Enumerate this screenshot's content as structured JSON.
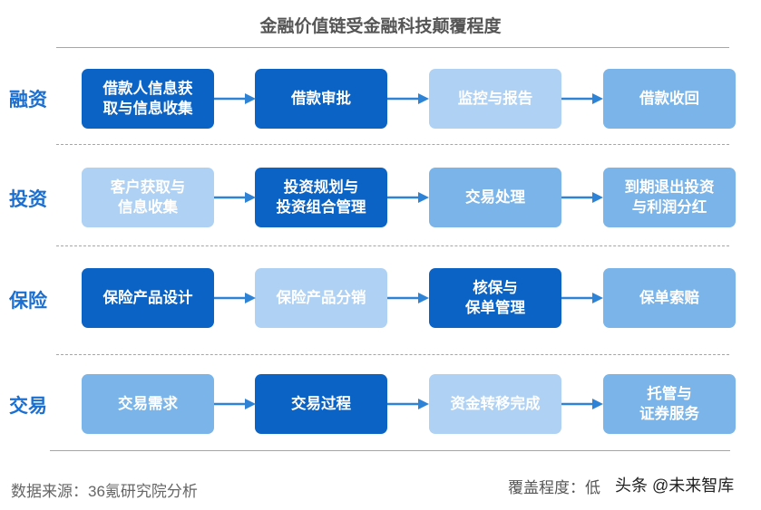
{
  "title": "金融价值链受金融科技颠覆程度",
  "colors": {
    "lv0": "#7ab4e8",
    "lv1": "#afd1f3",
    "lv2": "#2e83d6",
    "lv3": "#0b63c5",
    "label": "#1b6fd1"
  },
  "rows": [
    {
      "label": "融资",
      "steps": [
        {
          "text": "借款人信息获\n取与信息收集",
          "level": 3
        },
        {
          "text": "借款审批",
          "level": 3
        },
        {
          "text": "监控与报告",
          "level": 1
        },
        {
          "text": "借款收回",
          "level": 0
        }
      ]
    },
    {
      "label": "投资",
      "steps": [
        {
          "text": "客户获取与\n信息收集",
          "level": 1
        },
        {
          "text": "投资规划与\n投资组合管理",
          "level": 3
        },
        {
          "text": "交易处理",
          "level": 0
        },
        {
          "text": "到期退出投资\n与利润分红",
          "level": 0
        }
      ]
    },
    {
      "label": "保险",
      "steps": [
        {
          "text": "保险产品设计",
          "level": 3
        },
        {
          "text": "保险产品分销",
          "level": 1
        },
        {
          "text": "核保与\n保单管理",
          "level": 3
        },
        {
          "text": "保单索赔",
          "level": 0
        }
      ]
    },
    {
      "label": "交易",
      "steps": [
        {
          "text": "交易需求",
          "level": 0
        },
        {
          "text": "交易过程",
          "level": 3
        },
        {
          "text": "资金转移完成",
          "level": 1
        },
        {
          "text": "托管与\n证券服务",
          "level": 0
        }
      ]
    }
  ],
  "footer": {
    "source": "数据来源：36氪研究院分析",
    "legend_label": "覆盖程度：低",
    "watermark": "头条 @未来智库"
  }
}
